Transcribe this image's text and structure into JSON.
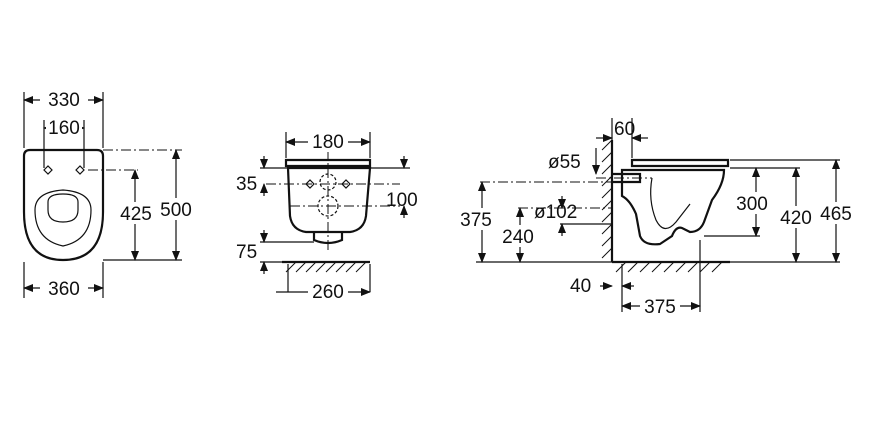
{
  "views": {
    "top": {
      "width_rim": "330",
      "fixing_spacing": "160",
      "width_body": "360",
      "length_to_fixing": "425",
      "overall_length": "500"
    },
    "front": {
      "fixing_spacing": "180",
      "fixing_height": "35",
      "outlet_center": "100",
      "outlet_height": "75",
      "base_width": "260"
    },
    "side": {
      "wall_offset": "60",
      "inlet_diameter": "ø55",
      "outlet_diameter": "ø102",
      "inlet_height": "375",
      "outlet_height": "240",
      "outlet_projection": "40",
      "base_projection": "375",
      "rim_to_outlet": "300",
      "rim_height": "420",
      "overall_height": "465"
    }
  },
  "colors": {
    "line": "#111111",
    "background": "#ffffff"
  }
}
